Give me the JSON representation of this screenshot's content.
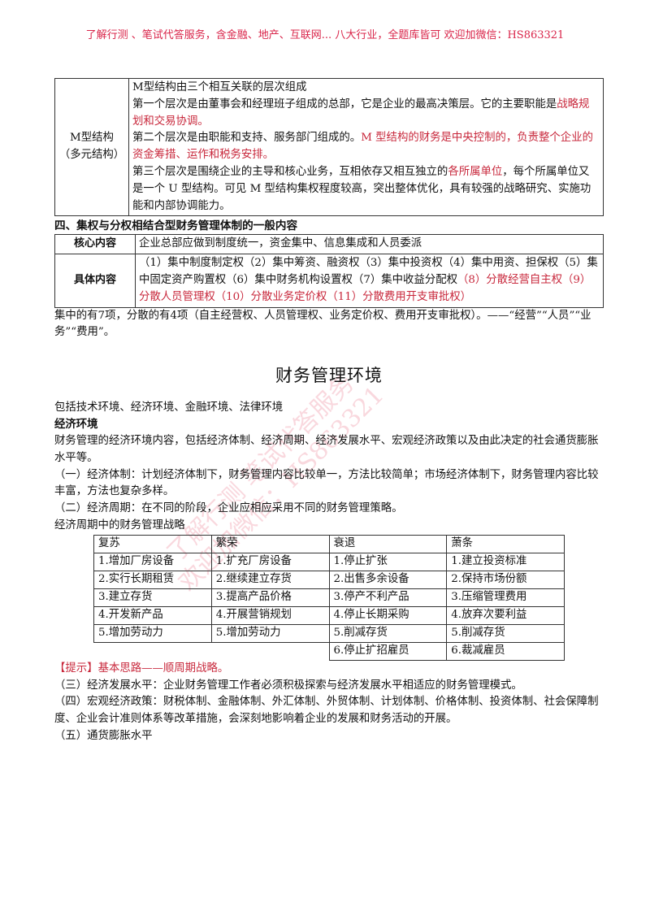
{
  "banner": "了解行测 、笔试代答服务，含金融、地产、互联网... 八大行业，全题库皆可 欢迎加微信：HS863321",
  "m_structure": {
    "label_1": "M型结构",
    "label_2": "（多元结构）",
    "line1": "M型结构由三个相互关联的层次组成",
    "l1_a": "第一个层次是由董事会和经理班子组成的总部，它是企业的最高决策层。它的主要职能是",
    "l1_b": "战略规划和交易协调。",
    "l2_a": "第二个层次是由职能和支持、服务部门组成的。",
    "l2_b": "M 型结构的财务是中央控制的，负责整个企业的资金筹措、运作和税务安排。",
    "l3_a": "第三个层次是围绕企业的主导和核心业务，互相依存又相互独立的",
    "l3_b": "各所属单位",
    "l3_c": "，每个所属单位又是一个 U 型结构。可见 M 型结构集权程度较高，突出整体优化，具有较强的战略研究、实施功能和内部协调能力。"
  },
  "section4": {
    "heading": "四、集权与分权相结合型财务管理体制的一般内容",
    "core_label": "核心内容",
    "core_text": "企业总部应做到制度统一，资金集中、信息集成和人员委派",
    "detail_label": "具体内容",
    "detail_a": "（1）集中制度制定权（2）集中筹资、融资权（3）集中投资权（4）集中用资、担保权（5）集中固定资产购置权（6）集中财务机构设置权（7）集中收益分配权",
    "detail_b": "（8）分散经营自主权（9）分散人员管理权（10）分散业务定价权（11）分散费用开支审批权）",
    "note": "集中的有7项，分散的有4项（自主经营权、人员管理权、业务定价权、费用开支审批权）。——“经营”“人员”“业务”“费用”。"
  },
  "env": {
    "title": "财务管理环境",
    "intro": "包括技术环境、经济环境、金融环境、法律环境",
    "econ_heading": "经济环境",
    "econ_text": "财务管理的经济环境内容，包括经济体制、经济周期、经济发展水平、宏观经济政策以及由此决定的社会通货膨胀水平等。",
    "p1": "（一）经济体制：计划经济体制下，财务管理内容比较单一，方法比较简单；市场经济体制下，财务管理内容比较丰富，方法也复杂多样。",
    "p2": "（二）经济周期：在不同的阶段，企业应相应采用不同的财务管理策略。",
    "table_caption": "经济周期中的财务管理战略",
    "cycle_table": {
      "headers": [
        "复苏",
        "繁荣",
        "衰退",
        "萧条"
      ],
      "rows": [
        [
          "1.增加厂房设备",
          "1.扩充厂房设备",
          "1.停止扩张",
          "1.建立投资标准"
        ],
        [
          "2.实行长期租赁",
          "2.继续建立存货",
          "2.出售多余设备",
          "2.保持市场份额"
        ],
        [
          "3.建立存货",
          "3.提高产品价格",
          "3.停产不利产品",
          "3.压缩管理费用"
        ],
        [
          "4.开发新产品",
          "4.开展营销规划",
          "4.停止长期采购",
          "4.放弃次要利益"
        ],
        [
          "5.增加劳动力",
          "5.增加劳动力",
          "5.削减存货",
          "5.削减存货"
        ],
        [
          "",
          "",
          "6.停止扩招雇员",
          "6.裁减雇员"
        ]
      ]
    },
    "tip_label": "【提示】",
    "tip_text": "基本思路——顺周期战略。",
    "p3": "（三）经济发展水平：企业财务管理工作者必须积极探索与经济发展水平相适应的财务管理模式。",
    "p4": "（四）宏观经济政策：财税体制、金融体制、外汇体制、外贸体制、计划体制、价格体制、投资体制、社会保障制度、企业会计准则体系等改革措施，会深刻地影响着企业的发展和财务活动的开展。",
    "p5": "（五）通货膨胀水平"
  },
  "watermark": {
    "line1": "了解行测 笔试代答服务",
    "line2": "欢迎加微信：HS863321"
  }
}
